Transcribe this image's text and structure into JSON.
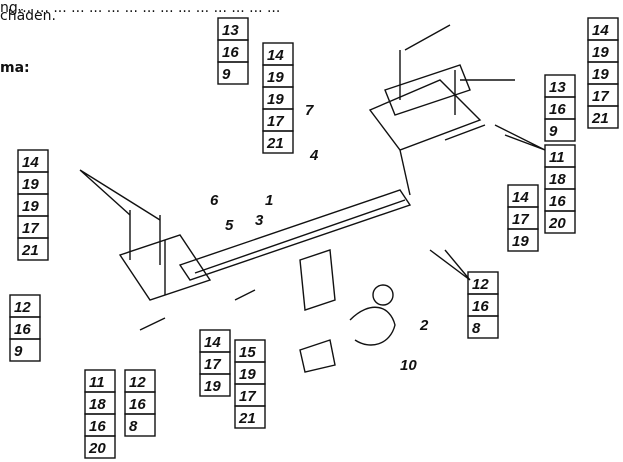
{
  "header": {
    "text_line1": "ng... ... ... ... ... ... ... ... ... ... ... ... ... ... ...",
    "text_line2": "chäden.",
    "schema_label": "ma:"
  },
  "diagram": {
    "tables": [
      {
        "id": "t13",
        "nums": [
          "13",
          "16",
          "9"
        ]
      },
      {
        "id": "t14a",
        "nums": [
          "14",
          "19",
          "19",
          "17",
          "21"
        ]
      },
      {
        "id": "t14b",
        "nums": [
          "14",
          "19",
          "19",
          "17",
          "21"
        ]
      },
      {
        "id": "t13b",
        "nums": [
          "13",
          "16",
          "9"
        ]
      },
      {
        "id": "t11a",
        "nums": [
          "11",
          "18",
          "16",
          "20"
        ]
      },
      {
        "id": "t14c",
        "nums": [
          "14",
          "19",
          "19",
          "17",
          "21"
        ]
      },
      {
        "id": "t14d",
        "nums": [
          "14",
          "17",
          "19"
        ]
      },
      {
        "id": "t12a",
        "nums": [
          "12",
          "16",
          "8"
        ]
      },
      {
        "id": "t12b",
        "nums": [
          "12",
          "16",
          "9"
        ]
      },
      {
        "id": "t11b",
        "nums": [
          "11",
          "18",
          "16",
          "20"
        ]
      },
      {
        "id": "t12c",
        "nums": [
          "12",
          "16",
          "8"
        ]
      },
      {
        "id": "t14e",
        "nums": [
          "14",
          "17",
          "19"
        ]
      },
      {
        "id": "t15",
        "nums": [
          "15",
          "19",
          "17",
          "21"
        ]
      }
    ],
    "part_labels": [
      "1",
      "2",
      "3",
      "4",
      "5",
      "6",
      "7",
      "10"
    ]
  }
}
